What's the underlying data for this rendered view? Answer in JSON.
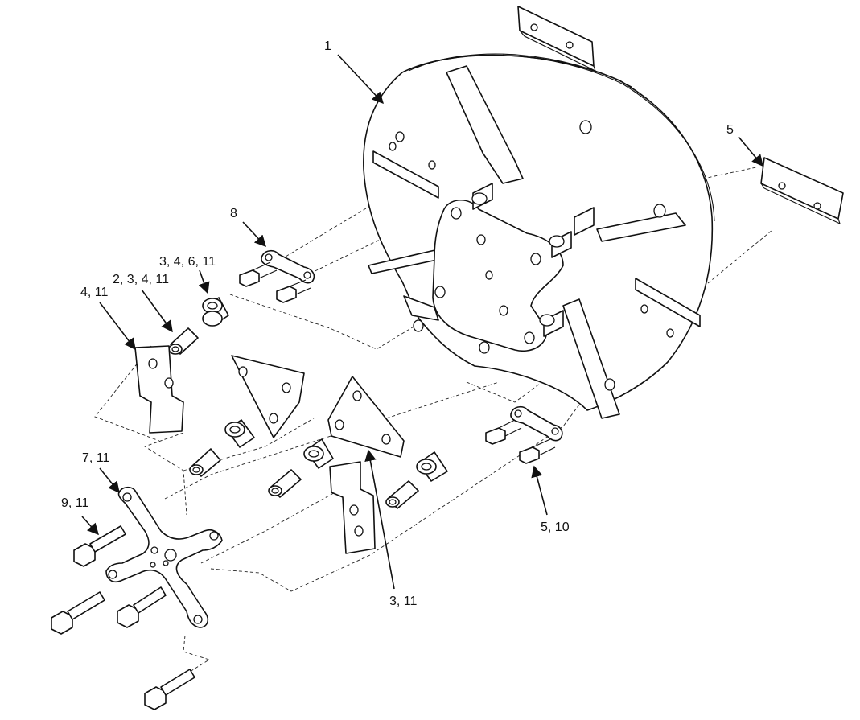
{
  "callouts": [
    {
      "id": "c1",
      "label": "1"
    },
    {
      "id": "c5a",
      "label": "5"
    },
    {
      "id": "c8",
      "label": "8"
    },
    {
      "id": "c346",
      "label": "3, 4, 6, 11"
    },
    {
      "id": "c234",
      "label": "2, 3, 4, 11"
    },
    {
      "id": "c411",
      "label": "4, 11"
    },
    {
      "id": "c711",
      "label": "7, 11"
    },
    {
      "id": "c911",
      "label": "9, 11"
    },
    {
      "id": "c510",
      "label": "5, 10"
    },
    {
      "id": "c311",
      "label": "3, 11"
    }
  ],
  "colors": {
    "line": "#111111",
    "background": "#ffffff"
  }
}
